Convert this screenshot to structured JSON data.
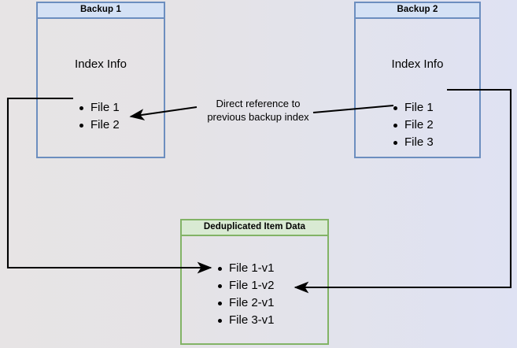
{
  "diagram": {
    "title_semantics": "backup-deduplication-diagram",
    "background": {
      "gradient_from": "#e7e4e5",
      "gradient_to": "#dfe2f3"
    },
    "colors": {
      "blue_border": "#6c8ebf",
      "blue_header_fill": "#d4e1f5",
      "green_border": "#82b366",
      "green_header_fill": "#d9ead3",
      "edge_stroke": "#000000"
    },
    "boxes": {
      "backup1": {
        "header": "Backup 1",
        "section_label": "Index Info",
        "items": [
          "File 1",
          "File 2"
        ]
      },
      "backup2": {
        "header": "Backup 2",
        "section_label": "Index Info",
        "items": [
          "File 1",
          "File 2",
          "File 3"
        ]
      },
      "dedup": {
        "header": "Deduplicated Item Data",
        "items": [
          "File 1-v1",
          "File 1-v2",
          "File 2-v1",
          "File 3-v1"
        ]
      }
    },
    "annotations": {
      "direct_reference_line1": "Direct reference to",
      "direct_reference_line2": "previous backup index"
    }
  }
}
